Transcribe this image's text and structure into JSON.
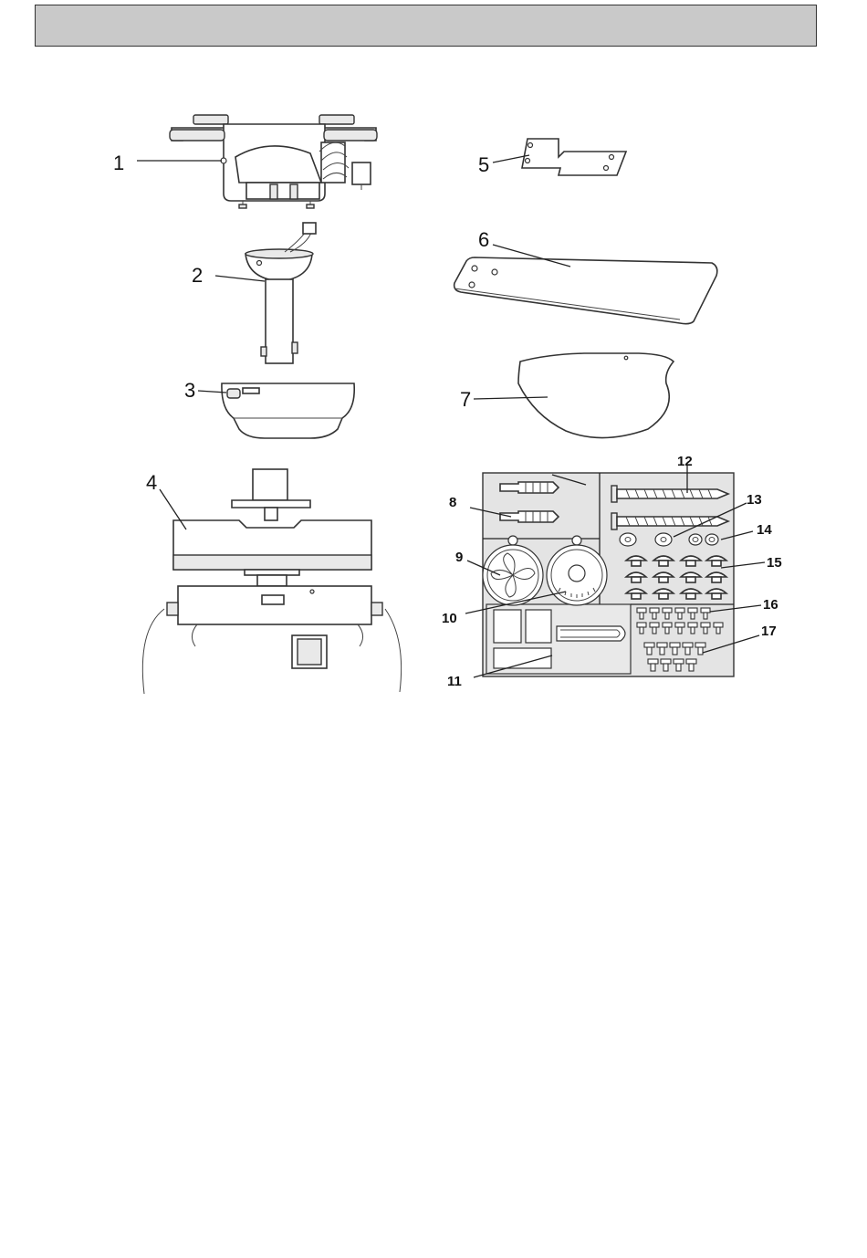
{
  "header": {
    "title": ""
  },
  "labels": {
    "p1": "1",
    "p2": "2",
    "p3": "3",
    "p4": "4",
    "p5": "5",
    "p6": "6",
    "p7": "7",
    "p8": "8",
    "p9": "9",
    "p10": "10",
    "p11": "11",
    "p12": "12",
    "p13": "13",
    "p14": "14",
    "p15": "15",
    "p16": "16",
    "p17": "17"
  },
  "colors": {
    "header_bg": "#c9c9c9",
    "panel_bg": "#e4e4e4",
    "line": "#222222"
  }
}
